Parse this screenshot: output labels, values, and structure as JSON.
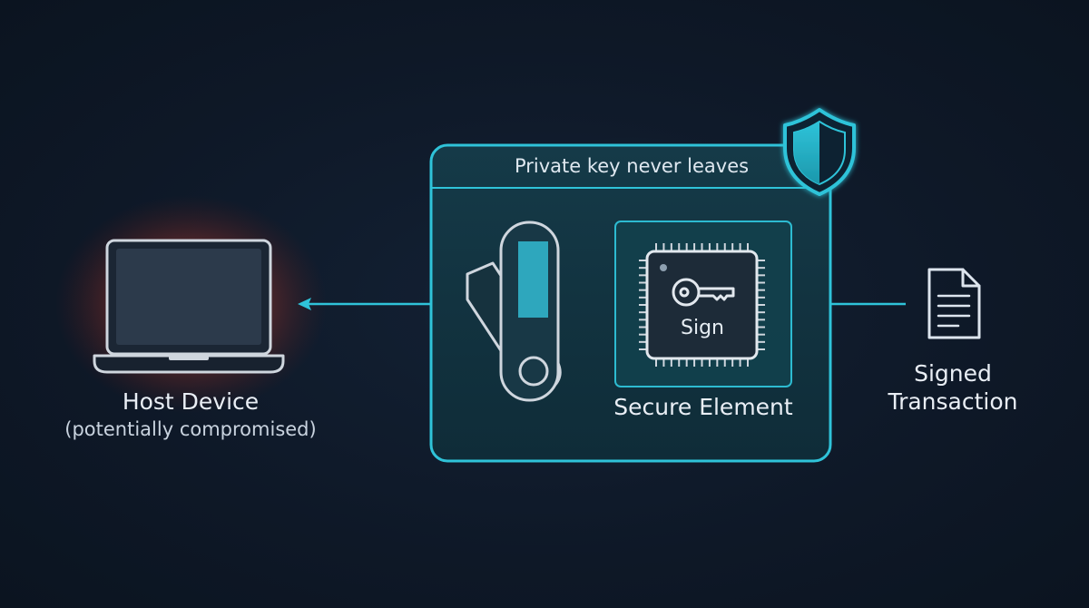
{
  "diagram": {
    "host_device": {
      "title": "Host Device",
      "subtitle": "(potentially compromised)"
    },
    "hardware_wallet": {
      "caption": "Private key never leaves"
    },
    "secure_element": {
      "chip_action": "Sign",
      "label": "Secure Element"
    },
    "output": {
      "label_line1": "Signed",
      "label_line2": "Transaction"
    },
    "colors": {
      "background": "#0f1a2a",
      "accent_cyan": "#2fc3d9",
      "danger_glow": "#e0452f",
      "laptop_stroke": "#cfd6de",
      "document_stroke": "#dde5ee"
    }
  }
}
